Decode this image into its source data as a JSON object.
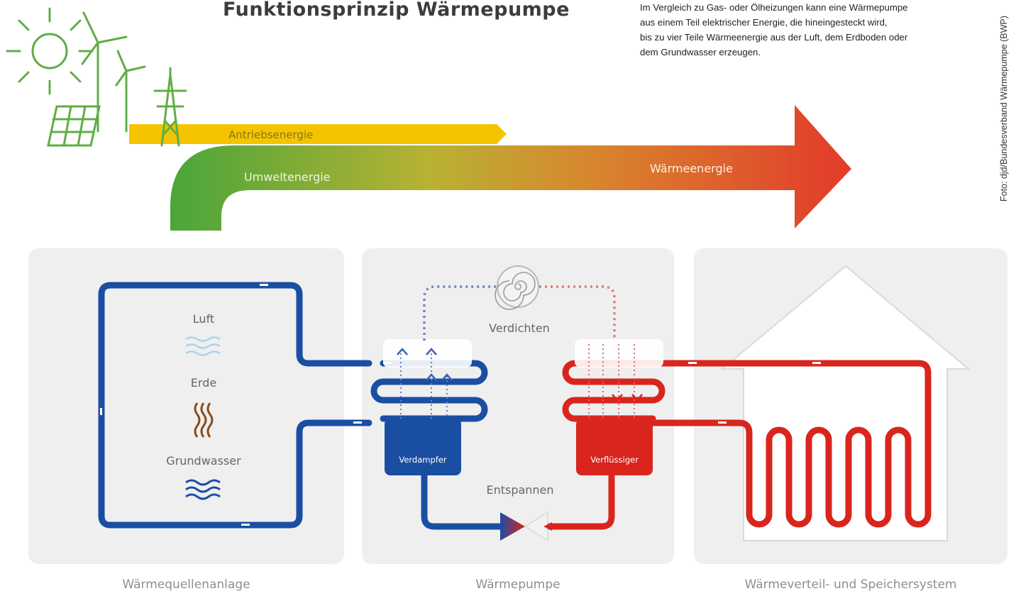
{
  "header": {
    "title": "Funktionsprinzip Wärmepumpe",
    "intro_lines": [
      "Im Vergleich zu Gas- oder Ölheizungen kann eine Wärmepumpe",
      "aus einem Teil elektrischer Energie, die hineingesteckt wird,",
      "bis zu vier Teile Wärmeenergie aus der Luft, dem Erdboden oder",
      "dem Grundwasser erzeugen."
    ],
    "credit": "Foto: djd/Bundesverband Wärmepumpe (BWP)"
  },
  "energy_flow": {
    "drive_energy": "Antriebsenergie",
    "ambient_energy": "Umweltenergie",
    "heat_energy": "Wärmeenergie"
  },
  "heat_source": {
    "caption": "Wärmequellenanlage",
    "sources": [
      "Luft",
      "Erde",
      "Grundwasser"
    ]
  },
  "heat_pump": {
    "caption": "Wärmepumpe",
    "compress_label": "Verdichten",
    "expand_label": "Entspannen",
    "evaporator_label": "Verdampfer",
    "condenser_label": "Verflüssiger"
  },
  "distribution": {
    "caption": "Wärmeverteil- und Speichersystem"
  },
  "colors": {
    "cold_circuit": "#1a4ea3",
    "warm_circuit": "#d9251d",
    "panel_background": "#efefef",
    "arrow_start": "#4aa63a",
    "arrow_end": "#e33a2a",
    "drive_energy_band": "#f5c400"
  },
  "icons": [
    "sun-icon",
    "wind-turbine-icon",
    "solar-panel-icon",
    "power-pylon-icon",
    "air-waves-icon",
    "earth-heat-icon",
    "water-waves-icon",
    "compressor-icon",
    "expansion-valve-icon",
    "house-icon"
  ]
}
